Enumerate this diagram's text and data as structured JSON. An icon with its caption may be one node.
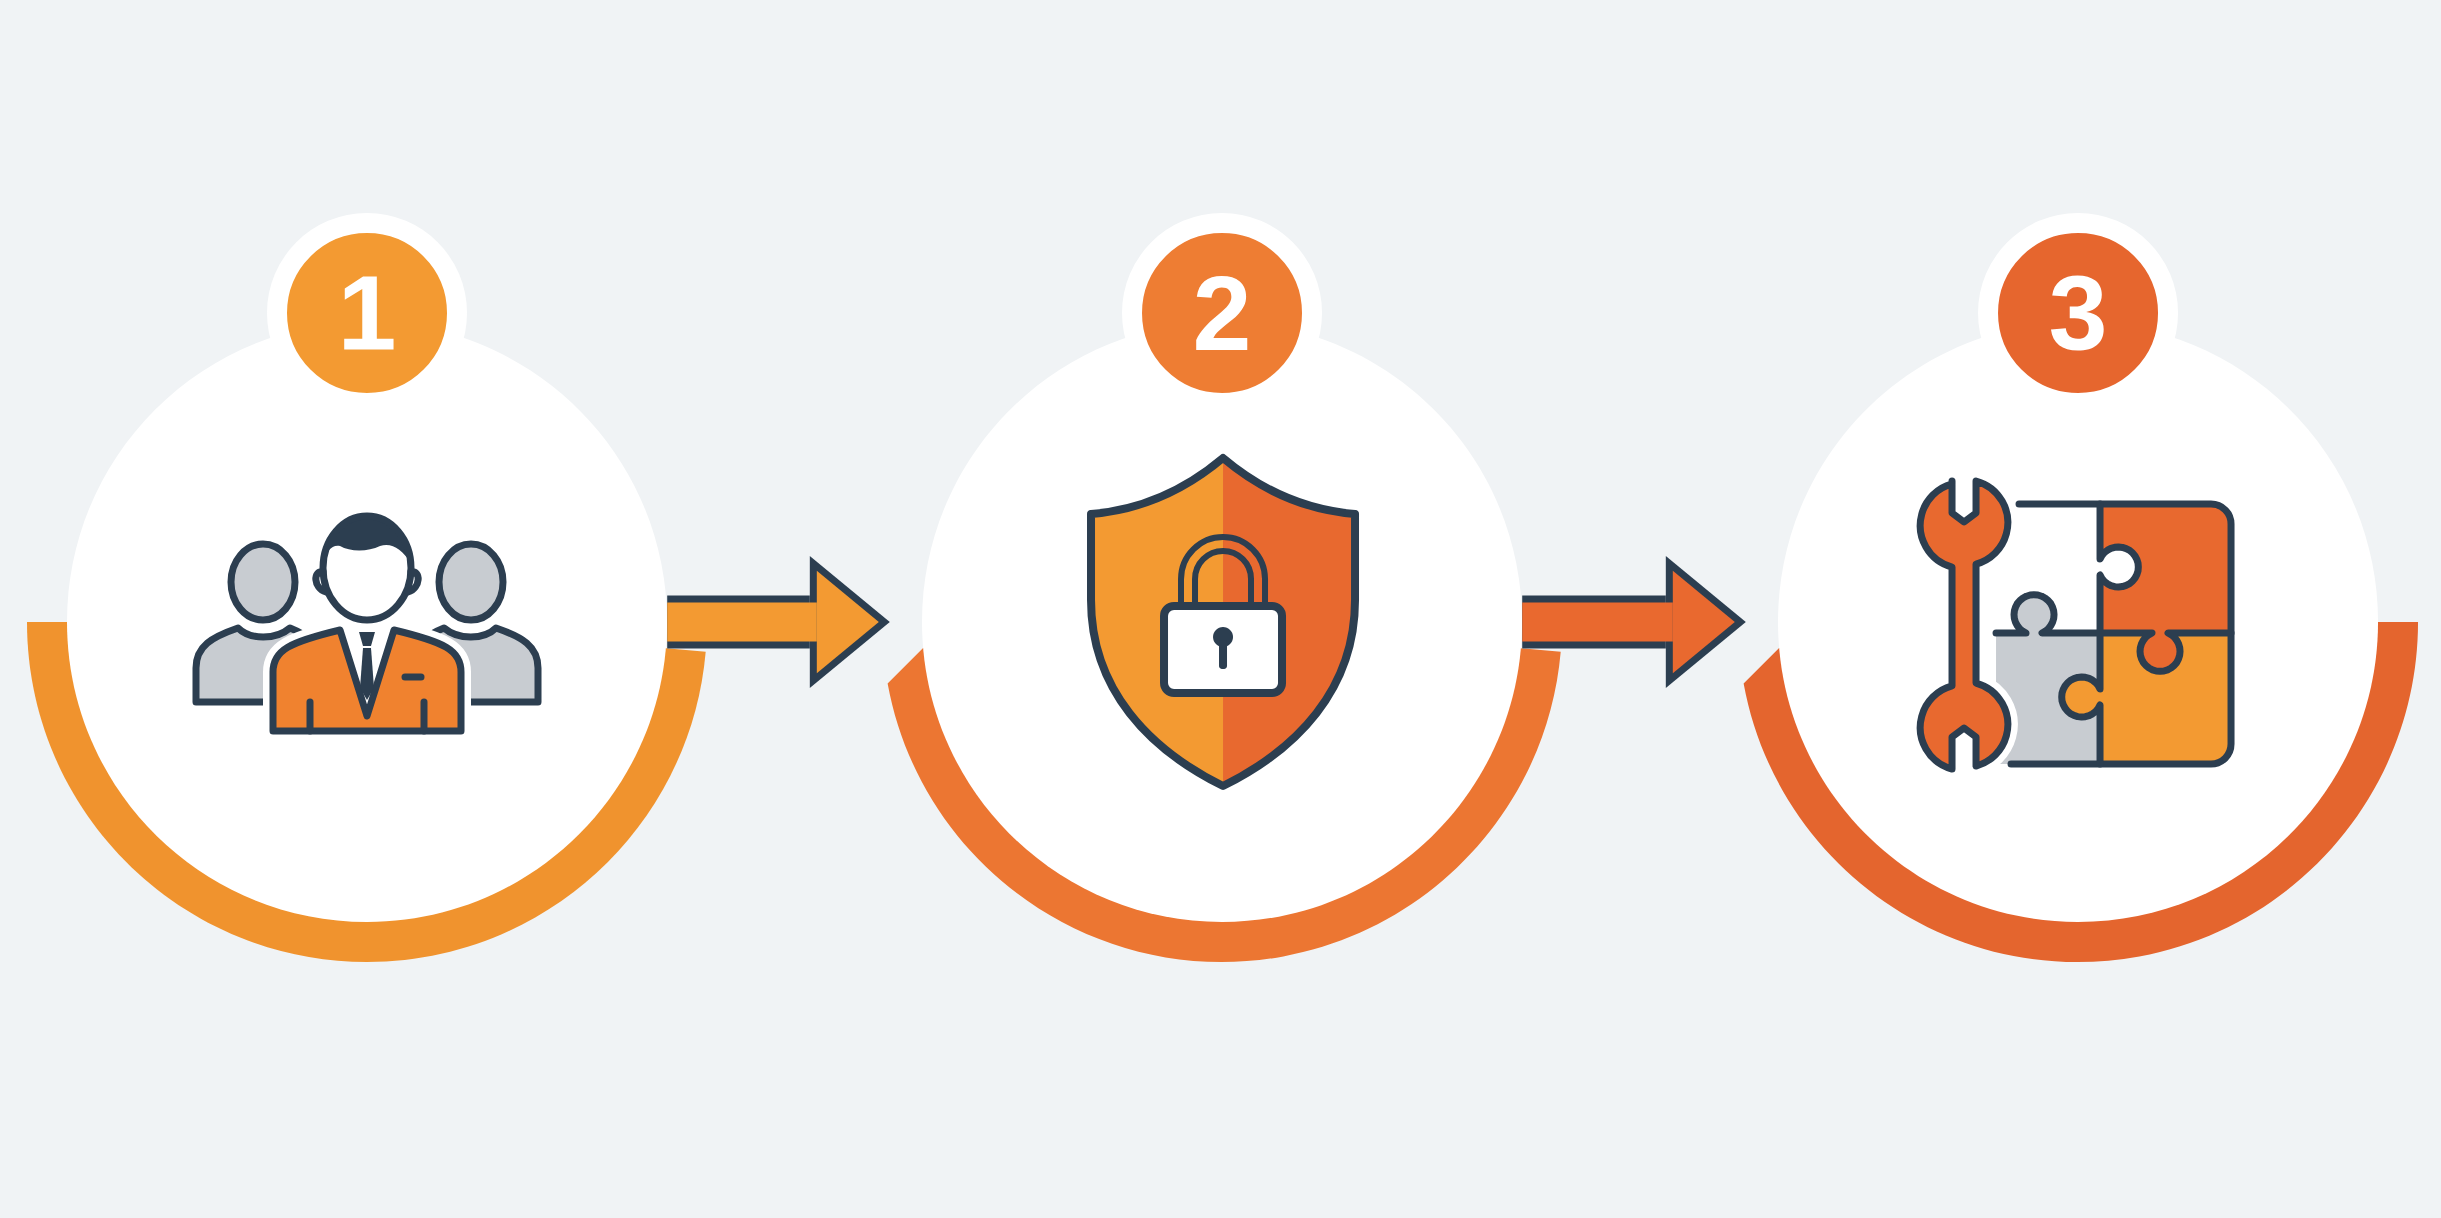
{
  "diagram": {
    "nodes": [
      {
        "text": [
          "1"
        ]
      },
      {
        "text": [
          "2"
        ]
      },
      {
        "text": [
          "3"
        ]
      }
    ],
    "edges": [
      {
        "from": 0,
        "to": 1,
        "arrow": "to",
        "color": "#f39a32"
      },
      {
        "from": 1,
        "to": 2,
        "arrow": "to",
        "color": "#e9692f"
      }
    ]
  }
}
